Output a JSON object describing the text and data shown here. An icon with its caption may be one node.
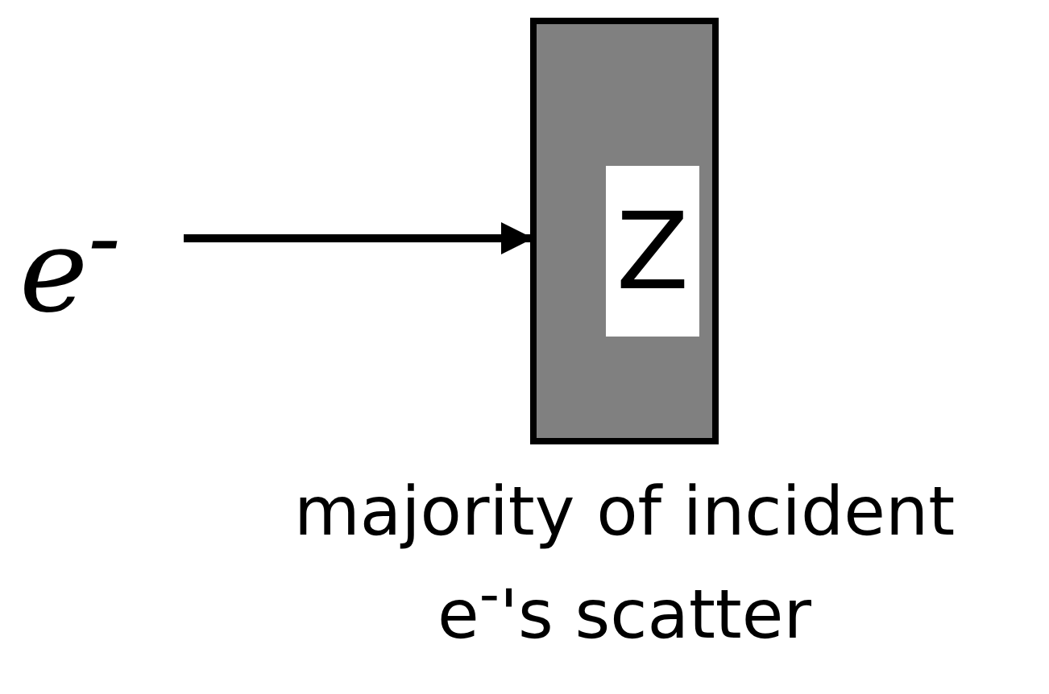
{
  "diagram": {
    "nodes": [
      {
        "text": [
          "e$^{-}$"
        ]
      },
      {
        "text": [],
        "shape": "box",
        "beside": [
          "majority of incident e$^{-}$'s scatter"
        ]
      },
      {
        "text": [
          "Z"
        ],
        "in": 1
      }
    ],
    "edges": [
      {
        "from": 0,
        "to": 1,
        "arrow": "to"
      }
    ]
  }
}
